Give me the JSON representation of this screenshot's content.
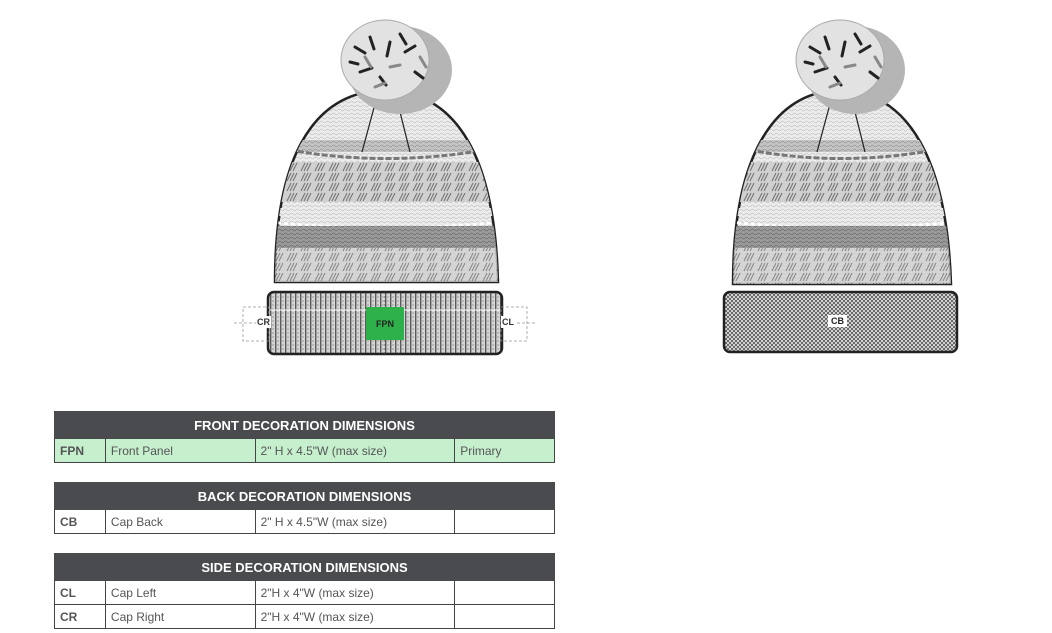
{
  "beanies": {
    "front": {
      "view": "front",
      "labels": {
        "left": "CR",
        "center": "FPN",
        "right": "CL"
      },
      "fpn_color": "#2eb04a"
    },
    "back": {
      "view": "back",
      "labels": {
        "center": "CB"
      }
    }
  },
  "tables": {
    "front": {
      "title": "FRONT DECORATION DIMENSIONS",
      "rows": [
        {
          "code": "FPN",
          "name": "Front Panel",
          "size": "2\" H x 4.5\"W (max size)",
          "note": "Primary",
          "highlight_color": "#c6efce"
        }
      ]
    },
    "back": {
      "title": "BACK DECORATION DIMENSIONS",
      "rows": [
        {
          "code": "CB",
          "name": "Cap Back",
          "size": "2\" H x 4.5\"W (max size)",
          "note": ""
        }
      ]
    },
    "side": {
      "title": "SIDE DECORATION DIMENSIONS",
      "rows": [
        {
          "code": "CL",
          "name": "Cap Left",
          "size": "2\"H x 4\"W (max size)",
          "note": ""
        },
        {
          "code": "CR",
          "name": "Cap Right",
          "size": "2\"H x 4\"W (max size)",
          "note": ""
        }
      ]
    }
  },
  "colors": {
    "header_bg": "#4a4b4f",
    "primary_row_bg": "#c6efce",
    "fpn_box": "#2eb04a"
  }
}
